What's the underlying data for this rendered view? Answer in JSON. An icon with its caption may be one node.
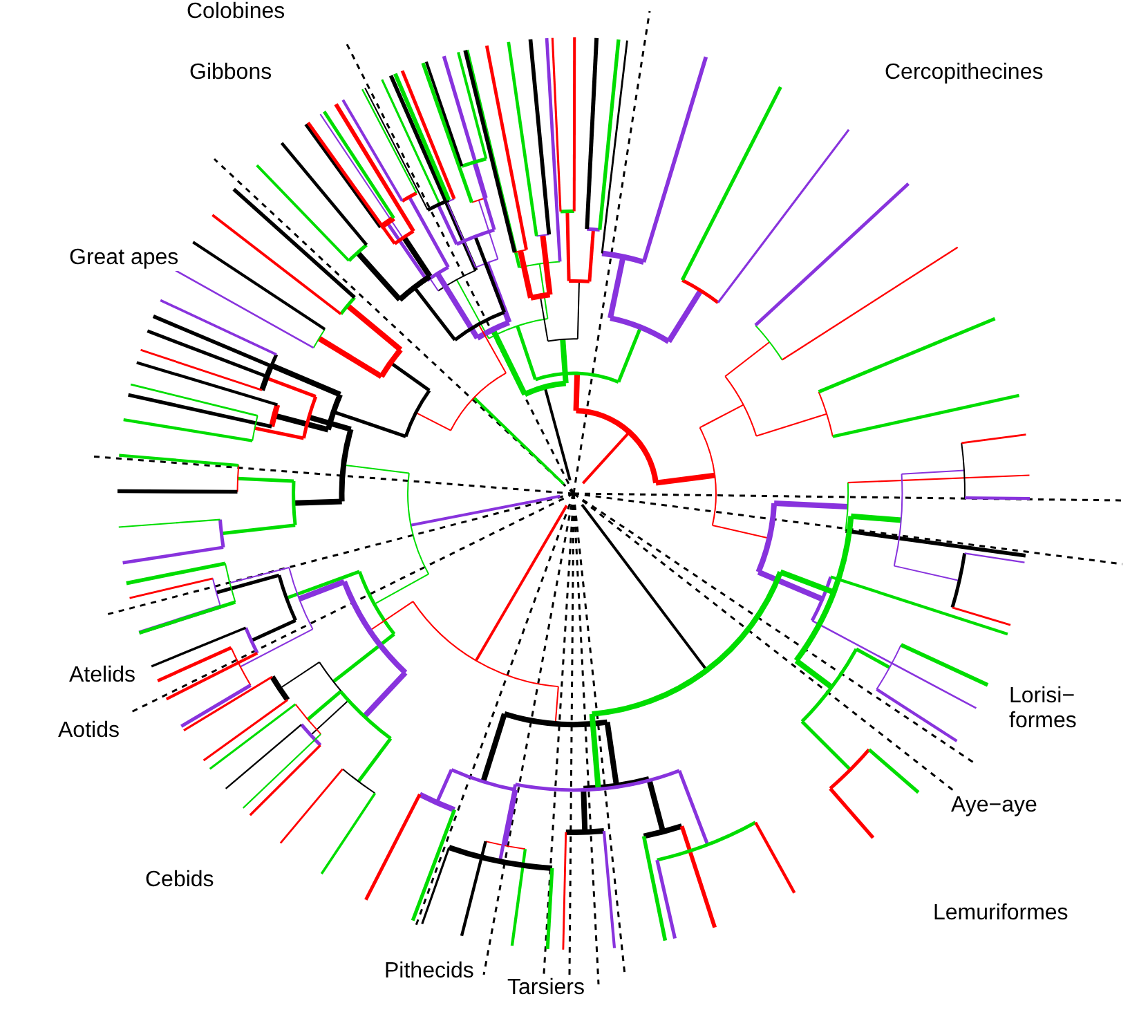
{
  "diagram": {
    "labels": [
      "Colobines",
      "Gibbons",
      "Cercopithecines",
      "Great apes",
      "Atelids",
      "Aotids",
      "Lorisi− formes",
      "Cebids",
      "Aye−aye",
      "Lemuriformes",
      "Pithecids",
      "Tarsiers"
    ]
  }
}
